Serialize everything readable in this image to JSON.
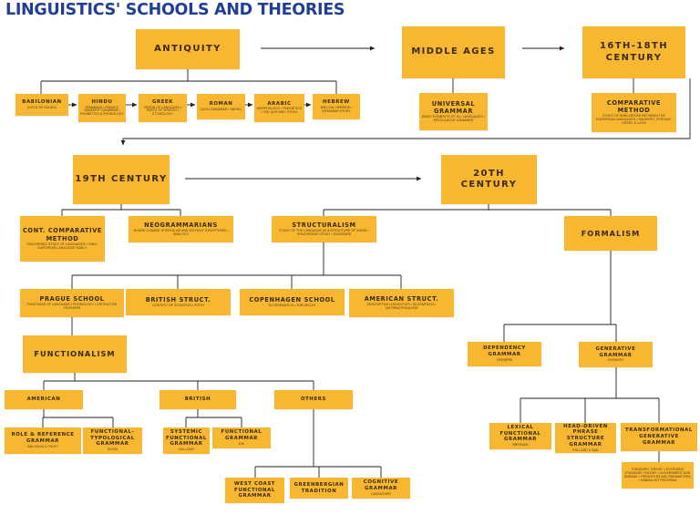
{
  "title": "LINGUISTICS' SCHOOLS AND THEORIES",
  "nodes": {
    "antiquity": {
      "label": "ANTIQUITY",
      "sub": ""
    },
    "middle_ages": {
      "label": "MIDDLE AGES",
      "sub": ""
    },
    "c16_18": {
      "label": "16TH-18TH CENTURY",
      "sub": ""
    },
    "babilonian": {
      "label": "BABILONIAN",
      "sub": "(LISTS OF NOUNS)"
    },
    "hindu": {
      "label": "HINDU",
      "sub": "GRAMMAR • PANINI'S SANSKRIT GRAMMAR • PHONETICS & PHONOLOGY"
    },
    "greek": {
      "label": "GREEK",
      "sub": "ORIGIN OF LANGUAGE • PARTS OF SPEECH • ETYMOLOGY"
    },
    "roman": {
      "label": "ROMAN",
      "sub": "LATIN GRAMMAR • VARRO"
    },
    "arabic": {
      "label": "ARABIC",
      "sub": "MORPHOLOGY • PHONETICS • THE QUR'ANIC STUDY"
    },
    "hebrew": {
      "label": "HEBREW",
      "sub": "BIBLICAL HEBREW • GRAMMAR STUDY"
    },
    "universal_grammar": {
      "label": "UNIVERSAL GRAMMAR",
      "sub": "BASIC ELEMENTS OF ALL LANGUAGES • SPECULATIVE GRAMMAR"
    },
    "comparative_method": {
      "label": "COMPARATIVE METHOD",
      "sub": "STUDY OF SIMILARITIES BETWEEN THE EUROPEAN LANGUAGES • SANSKRIT, PERSIAN, GREEK & LATIN"
    },
    "c19": {
      "label": "19TH CENTURY",
      "sub": ""
    },
    "c20": {
      "label": "20TH CENTURY",
      "sub": ""
    },
    "cont_comparative": {
      "label": "CONT. COMPARATIVE METHOD",
      "sub": "DIACHRONIC STUDY OF LANGUAGES • INDO-EUROPEAN LANGUAGE FAMILY"
    },
    "neogrammarians": {
      "label": "NEOGRAMMARIANS",
      "sub": "SOUND CHANGE IS REGULAR AND WITHOUT EXCEPTIONS • ANALOGY"
    },
    "structuralism": {
      "label": "STRUCTURALISM",
      "sub": "STUDY OF THE LANGUAGE AS A STRUCTURE OF SIGNS • SYNCHRONIC STUDY • SAUSSURE"
    },
    "formalism": {
      "label": "FORMALISM",
      "sub": ""
    },
    "prague": {
      "label": "PRAGUE SCHOOL",
      "sub": "FUNCTIONS OF LANGUAGE • PHONOLOGY • DISTINCTIVE FEATURES"
    },
    "british_struct": {
      "label": "BRITISH STRUCT.",
      "sub": "CONTEXT OF SITUATION • FIRTH"
    },
    "copenhagen": {
      "label": "COPENHAGEN SCHOOL",
      "sub": "GLOSSEMATICS • HJELMSLEV"
    },
    "american_struct": {
      "label": "AMERICAN STRUCT.",
      "sub": "DESCRIPTIVE LINGUISTICS • BLOOMFIELD • DISTRIBUTIONALISM"
    },
    "functionalism": {
      "label": "FUNCTIONALISM",
      "sub": ""
    },
    "american": {
      "label": "AMERICAN",
      "sub": ""
    },
    "british": {
      "label": "BRITISH",
      "sub": ""
    },
    "others": {
      "label": "OTHERS",
      "sub": ""
    },
    "rrg": {
      "label": "ROLE & REFERENCE GRAMMAR",
      "sub": "VAN VALIN & FOLEY"
    },
    "ftg": {
      "label": "FUNCTIONAL-TYPOLOGICAL GRAMMAR",
      "sub": "GIVÓN"
    },
    "systemic": {
      "label": "SYSTEMIC FUNCTIONAL GRAMMAR",
      "sub": "HALLIDAY"
    },
    "functional_grammar": {
      "label": "FUNCTIONAL GRAMMAR",
      "sub": "DIK"
    },
    "west_coast": {
      "label": "WEST COAST FUNCTIONAL GRAMMAR",
      "sub": ""
    },
    "greenbergian": {
      "label": "GREENBERGIAN TRADITION",
      "sub": ""
    },
    "cognitive": {
      "label": "COGNITIVE GRAMMAR",
      "sub": "LANGACKER"
    },
    "dependency": {
      "label": "DEPENDENCY GRAMMAR",
      "sub": "TESNIÈRE"
    },
    "generative": {
      "label": "GENERATIVE GRAMMAR",
      "sub": "CHOMSKY"
    },
    "lexical": {
      "label": "LEXICAL FUNCTIONAL GRAMMAR",
      "sub": "BRESNAN"
    },
    "hpsg": {
      "label": "HEAD-DRIVEN PHRASE STRUCTURE GRAMMAR",
      "sub": "POLLARD & SAG"
    },
    "transformational": {
      "label": "TRANSFORMATIONAL GENERATIVE GRAMMAR",
      "sub": ""
    },
    "tg_detail": {
      "label": "",
      "sub": "STANDARD THEORY • EXTENDED STANDARD THEORY • GOVERNMENT AND BINDING • PRINCIPLES AND PARAMETERS • MINIMALIST PROGRAM"
    }
  },
  "colors": {
    "box": "#f8b731",
    "title": "#1f3f97",
    "line": "#222222",
    "text": "#3a2a12"
  }
}
